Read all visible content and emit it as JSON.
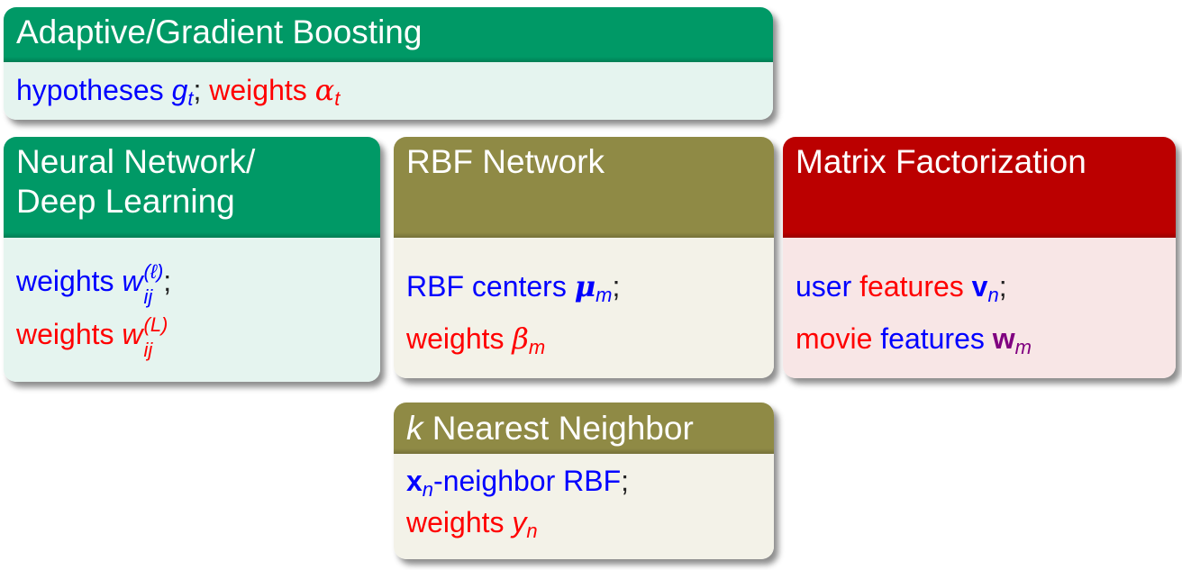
{
  "colors": {
    "green_head": "#009966",
    "green_body": "#e5f4ef",
    "olive_head": "#8f8a45",
    "olive_body": "#f3f2e8",
    "red_head": "#bb0000",
    "red_body": "#f8e6e6",
    "blue_text": "#0000ff",
    "red_text": "#ff0000",
    "purple_text": "#800080"
  },
  "boosting": {
    "title": "Adaptive/Gradient Boosting",
    "hyp_word": "hypotheses",
    "hyp_sym": "g",
    "hyp_sub": "t",
    "sep": ";",
    "w_word": "weights",
    "w_sym": "α",
    "w_sub": "t"
  },
  "neural": {
    "title_line1": "Neural Network/",
    "title_line2": "Deep Learning",
    "l1_word": "weights",
    "l1_sym": "w",
    "l1_sup": "(ℓ)",
    "l1_sub": "ij",
    "l1_sep": ";",
    "l2_word": "weights",
    "l2_sym": "w",
    "l2_sup": "(L)",
    "l2_sub": "ij"
  },
  "rbf": {
    "title": "RBF Network",
    "l1_word": "RBF centers",
    "l1_sym": "μ",
    "l1_sub": "m",
    "l1_sep": ";",
    "l2_word": "weights",
    "l2_sym": "β",
    "l2_sub": "m"
  },
  "mf": {
    "title": "Matrix Factorization",
    "l1_word_a": "user",
    "l1_word_b": "features",
    "l1_sym": "v",
    "l1_sub": "n",
    "l1_sep": ";",
    "l2_word_a": "movie",
    "l2_word_b": "features",
    "l2_sym": "w",
    "l2_sub": "m"
  },
  "knn": {
    "title_k": "k",
    "title_rest": "Nearest Neighbor",
    "l1_sym": "x",
    "l1_sub": "n",
    "l1_word": "-neighbor RBF",
    "l1_sep": ";",
    "l2_word": "weights",
    "l2_sym": "y",
    "l2_sub": "n"
  }
}
